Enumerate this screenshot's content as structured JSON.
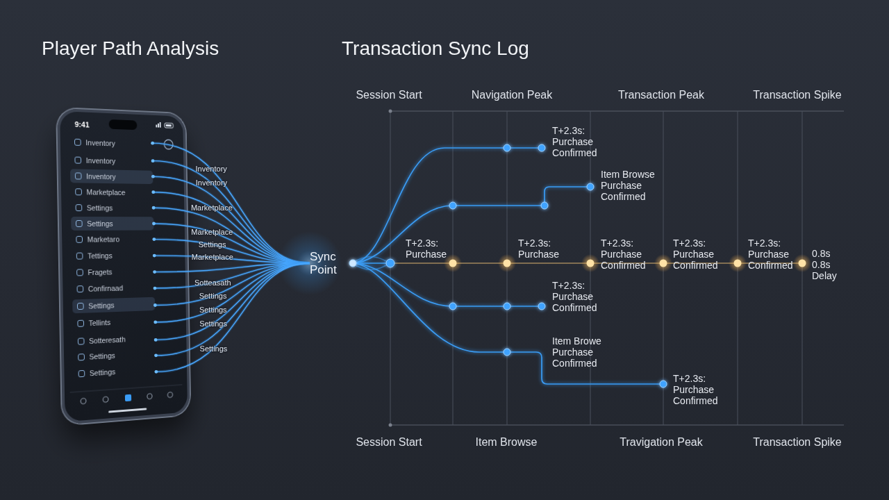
{
  "diagram": {
    "title": "Player Path Analysis",
    "nodes": [
      {
        "text": [
          "9:41"
        ]
      },
      {
        "text": [
          "Inventory"
        ],
        "in": 0
      },
      {
        "text": [
          "Inventory"
        ],
        "in": 0
      },
      {
        "text": [
          "Inventory"
        ],
        "in": 0
      },
      {
        "text": [
          "Marketplace"
        ],
        "in": 0
      },
      {
        "text": [
          "Settings"
        ],
        "in": 0
      },
      {
        "text": [
          "Settings"
        ],
        "in": 0
      },
      {
        "text": [
          "Marketaro"
        ],
        "in": 0
      },
      {
        "text": [
          "Tettings"
        ],
        "in": 0
      },
      {
        "text": [
          "Fragets"
        ],
        "in": 0
      },
      {
        "text": [
          "Confirnaad"
        ],
        "in": 0
      },
      {
        "text": [
          "Settings"
        ],
        "in": 0
      },
      {
        "text": [
          "Tellints"
        ],
        "in": 0
      },
      {
        "text": [
          "Sotteresath"
        ],
        "in": 0
      },
      {
        "text": [
          "Settings"
        ],
        "in": 0
      },
      {
        "text": [
          "Settings"
        ],
        "in": 0
      },
      {
        "text": [
          "Sync Point"
        ]
      }
    ],
    "edges": [
      {
        "from": 1,
        "to": 16,
        "arrow": "none",
        "label": "Inventory"
      },
      {
        "from": 2,
        "to": 16,
        "arrow": "none",
        "label": "Inventory"
      },
      {
        "from": 3,
        "to": 16,
        "arrow": "none"
      },
      {
        "from": 4,
        "to": 16,
        "arrow": "none",
        "label": "Marketplace"
      },
      {
        "from": 5,
        "to": 16,
        "arrow": "none"
      },
      {
        "from": 6,
        "to": 16,
        "arrow": "none",
        "label": "Marketplace"
      },
      {
        "from": 7,
        "to": 16,
        "arrow": "none",
        "label": "Settings"
      },
      {
        "from": 8,
        "to": 16,
        "arrow": "none",
        "label": "Marketplace"
      },
      {
        "from": 9,
        "to": 16,
        "arrow": "none"
      },
      {
        "from": 10,
        "to": 16,
        "arrow": "none",
        "label": "Sotteasath"
      },
      {
        "from": 11,
        "to": 16,
        "arrow": "none",
        "label": "Settings"
      },
      {
        "from": 12,
        "to": 16,
        "arrow": "none",
        "label": "Settings"
      },
      {
        "from": 13,
        "to": 16,
        "arrow": "none",
        "label": "Settings"
      },
      {
        "from": 14,
        "to": 16,
        "arrow": "none"
      },
      {
        "from": 15,
        "to": 16,
        "arrow": "none",
        "label": "Settings"
      }
    ],
    "labels": [
      "Transaction Sync Log",
      "Session Start",
      "Navigation Peak",
      "Transaction Peak",
      "Transaction Spike",
      "T+2.3s: Purchase Confirmed",
      "Item Browse Purchase Confirmed",
      "T+2.3s: Purchase",
      "T+2.3s: Purchase",
      "T+2.3s: Purchase Confirmed",
      "T+2.3s: Purchase Confirmed",
      "T+2.3s: Purchase Confirmed",
      "0.8s 0.8s Delay",
      "T+2.3s: Purchase Confirmed",
      "Item Browe Purchase Confirmed",
      "T+2.3s: Purchase Confirmed",
      "Session Start",
      "Item Browse",
      "Travigation Peak",
      "Transaction Spike"
    ]
  }
}
